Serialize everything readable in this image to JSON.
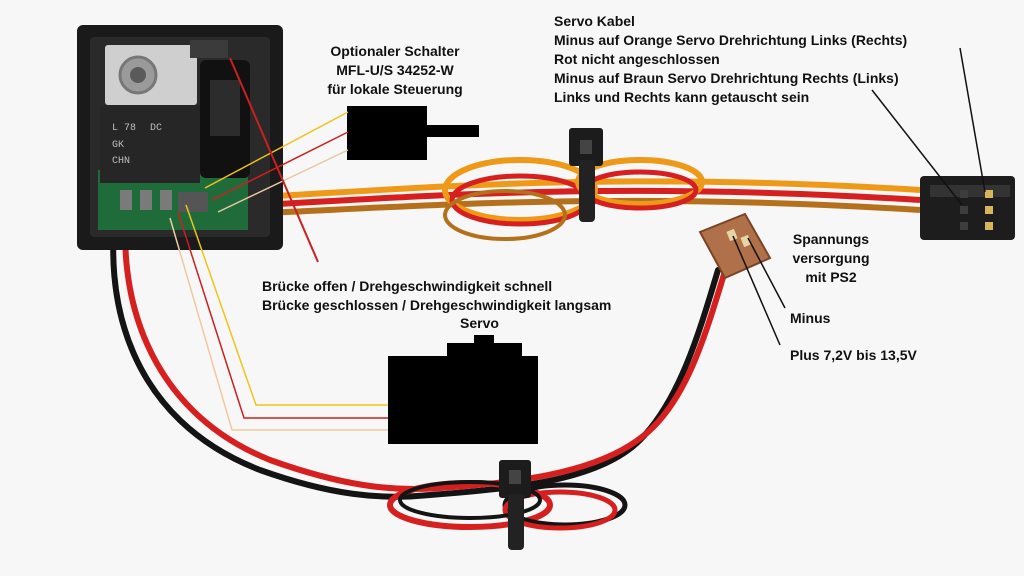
{
  "labels": {
    "servo_kabel": [
      "Servo Kabel",
      "Minus auf Orange Servo Drehrichtung Links (Rechts)",
      "Rot nicht angeschlossen",
      "Minus auf Braun Servo Drehrichtung Rechts (Links)",
      "Links und Rechts kann getauscht sein"
    ],
    "schalter": [
      "Optionaler Schalter",
      "MFL-U/S 34252-W",
      "für lokale Steuerung"
    ],
    "bruecke": [
      "Brücke offen / Drehgeschwindigkeit schnell",
      "Brücke geschlossen / Drehgeschwindigkeit langsam"
    ],
    "servo": "Servo",
    "spannung": [
      "Spannungs",
      "versorgung",
      "mit PS2"
    ],
    "minus": "Minus",
    "plus": "Plus 7,2V bis 13,5V"
  },
  "component_markings": {
    "regulator": [
      "L 78",
      "DC",
      "GK",
      "CHN"
    ]
  },
  "colors": {
    "background": "#f7f7f7",
    "wire_red": "#d62020",
    "wire_orange": "#ee9a18",
    "wire_brown": "#b5701c",
    "wire_black": "#141414",
    "annotation_red": "#cc1f1f",
    "annotation_yellow": "#f0c419",
    "housing": "#1a1a1a",
    "pcb_green": "#1f6b3a",
    "connector_brown": "#b0704a"
  }
}
